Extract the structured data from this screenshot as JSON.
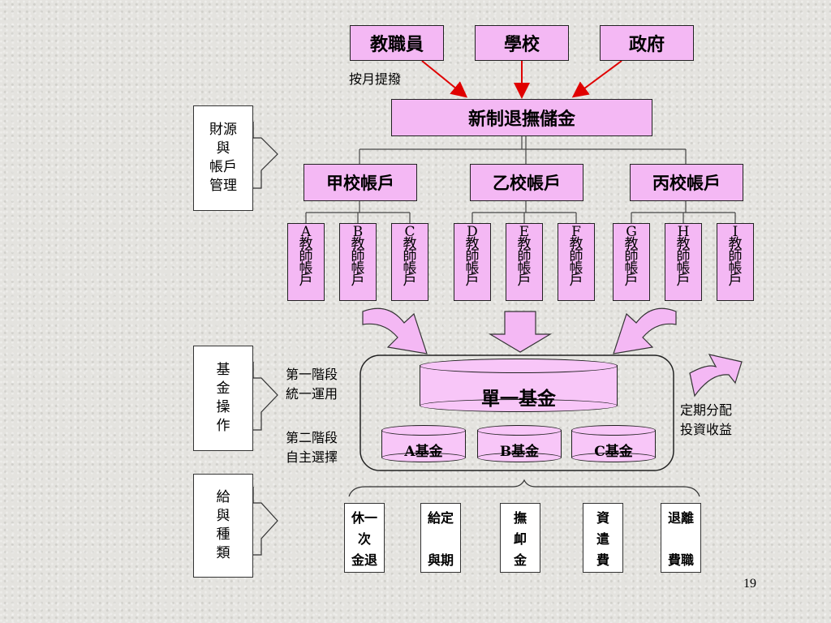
{
  "sources": [
    "教職員",
    "學校",
    "政府"
  ],
  "monthly_note": "按月提撥",
  "central_fund": "新制退撫儲金",
  "schools": [
    "甲校帳戶",
    "乙校帳戶",
    "丙校帳戶"
  ],
  "accounts": [
    {
      "letter": "A",
      "chars": [
        "教",
        "師",
        "帳",
        "戶"
      ]
    },
    {
      "letter": "B",
      "chars": [
        "教",
        "師",
        "帳",
        "戶"
      ]
    },
    {
      "letter": "C",
      "chars": [
        "教",
        "師",
        "帳",
        "戶"
      ]
    },
    {
      "letter": "D",
      "chars": [
        "教",
        "師",
        "帳",
        "戶"
      ]
    },
    {
      "letter": "E",
      "chars": [
        "教",
        "師",
        "帳",
        "戶"
      ]
    },
    {
      "letter": "F",
      "chars": [
        "教",
        "師",
        "帳",
        "戶"
      ]
    },
    {
      "letter": "G",
      "chars": [
        "教",
        "師",
        "帳",
        "戶"
      ]
    },
    {
      "letter": "H",
      "chars": [
        "教",
        "師",
        "帳",
        "戶"
      ]
    },
    {
      "letter": "I",
      "chars": [
        "教",
        "師",
        "帳",
        "戶"
      ]
    }
  ],
  "section_labels": [
    [
      "財源",
      "與",
      "帳戶",
      "管理"
    ],
    [
      "基",
      "金",
      "操",
      "作"
    ],
    [
      "給",
      "與",
      "種",
      "類"
    ]
  ],
  "stage_notes": {
    "stage1": [
      "第一階段",
      "統一運用"
    ],
    "stage2": [
      "第二階段",
      "自主選擇"
    ]
  },
  "single_fund": "單一基金",
  "sub_funds": [
    "A基金",
    "B基金",
    "C基金"
  ],
  "distribution_note": [
    "定期分配",
    "投資收益"
  ],
  "payment_types": [
    [
      "休一",
      "次",
      "金退"
    ],
    [
      "給定",
      "",
      "與期"
    ],
    [
      "撫",
      "卹",
      "金"
    ],
    [
      "資",
      "遣",
      "費"
    ],
    [
      "退離",
      "",
      "費職"
    ]
  ],
  "page_number": "19",
  "colors": {
    "box_fill": "#f4b8f4",
    "arrow_red": "#e00000",
    "background": "#e4e3df"
  }
}
